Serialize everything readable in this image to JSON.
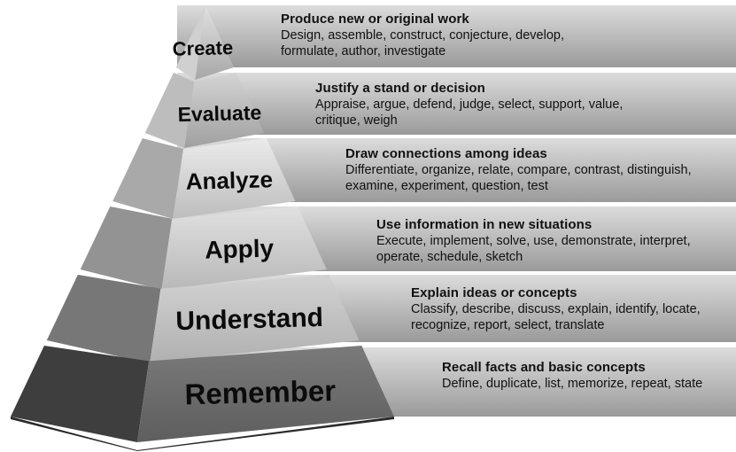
{
  "diagram": {
    "levels": [
      {
        "id": "create",
        "name": "Create",
        "heading": "Produce new or original work",
        "lines": [
          "Design, assemble, construct, conjecture, develop,",
          "formulate, author, investigate"
        ]
      },
      {
        "id": "evaluate",
        "name": "Evaluate",
        "heading": "Justify a stand or decision",
        "lines": [
          "Appraise, argue, defend, judge, select, support,  value,",
          "critique,  weigh"
        ]
      },
      {
        "id": "analyze",
        "name": "Analyze",
        "heading": "Draw connections among ideas",
        "lines": [
          "Differentiate, organize, relate, compare, contrast, distinguish,",
          "examine, experiment, question, test"
        ]
      },
      {
        "id": "apply",
        "name": "Apply",
        "heading": "Use information in new situations",
        "lines": [
          "Execute, implement, solve, use, demonstrate, interpret,",
          "operate, schedule, sketch"
        ]
      },
      {
        "id": "understand",
        "name": "Understand",
        "heading": "Explain ideas or concepts",
        "lines": [
          "Classify, describe, discuss, explain, identify, locate,",
          "recognize, report, select, translate"
        ]
      },
      {
        "id": "remember",
        "name": "Remember",
        "heading": "Recall facts and basic concepts",
        "lines": [
          "Define, duplicate, list, memorize, repeat, state"
        ]
      }
    ]
  }
}
